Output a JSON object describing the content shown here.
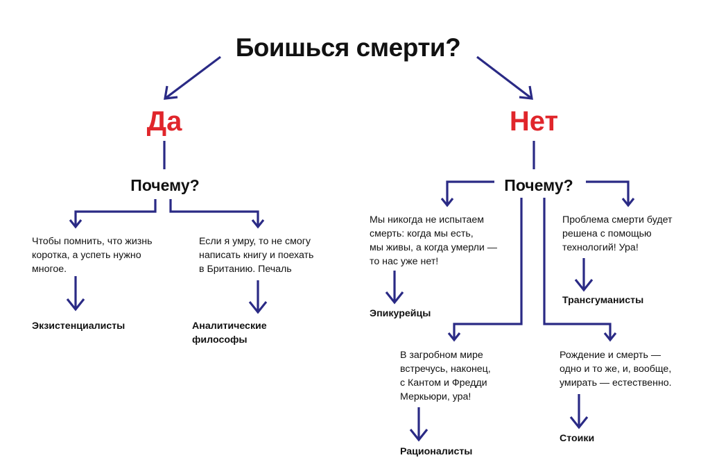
{
  "colors": {
    "arrow": "#2a2a85",
    "answer": "#e0262b",
    "text": "#111111"
  },
  "title": "Боишься смерти?",
  "yes": {
    "label": "Да",
    "why": "Почему?",
    "branches": [
      {
        "reason": [
          "Чтобы помнить, что жизнь",
          "коротка, а успеть нужно",
          "многое."
        ],
        "school": [
          "Экзистенциалисты"
        ]
      },
      {
        "reason": [
          "Если я умру, то не смогу",
          "написать книгу и поехать",
          "в Британию. Печаль"
        ],
        "school": [
          "Аналитические",
          "философы"
        ]
      }
    ]
  },
  "no": {
    "label": "Нет",
    "why": "Почему?",
    "branches": [
      {
        "reason": [
          "Мы никогда не испытаем",
          "смерть: когда мы есть,",
          "мы живы, а когда умерли —",
          "то нас уже нет!"
        ],
        "school": [
          "Эпикурейцы"
        ]
      },
      {
        "reason": [
          "Проблема смерти будет",
          "решена с помощью",
          "технологий! Ура!"
        ],
        "school": [
          "Трансгуманисты"
        ]
      },
      {
        "reason": [
          "В загробном мире",
          "встречусь, наконец,",
          "с Кантом и Фредди",
          "Меркьюри, ура!"
        ],
        "school": [
          "Рационалисты"
        ]
      },
      {
        "reason": [
          "Рождение и смерть —",
          "одно и то же, и, вообще,",
          "умирать — естественно."
        ],
        "school": [
          "Стоики"
        ]
      }
    ]
  }
}
